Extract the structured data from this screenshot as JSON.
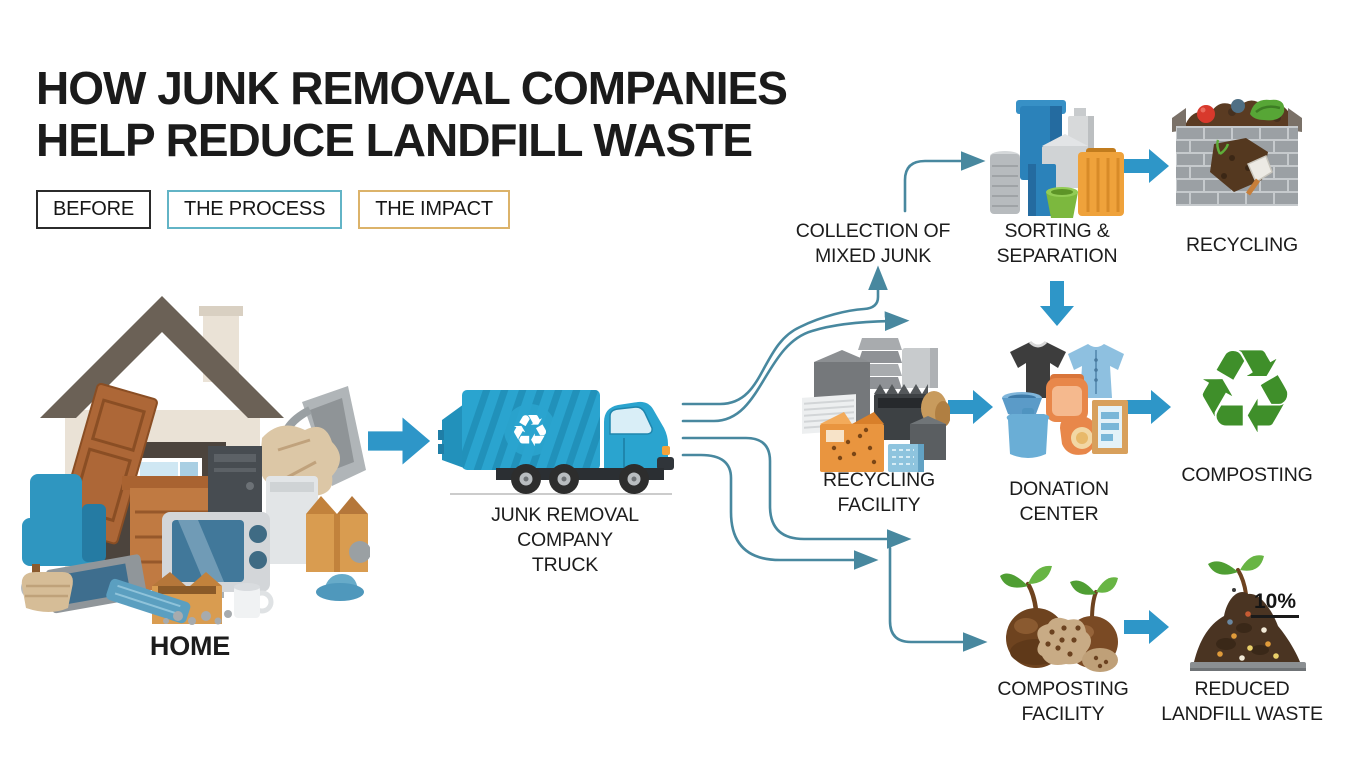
{
  "title": {
    "line1": "HOW JUNK REMOVAL COMPANIES",
    "line2": "HELP REDUCE LANDFILL WASTE"
  },
  "tabs": [
    {
      "label": "BEFORE",
      "border": "#2b2b2b"
    },
    {
      "label": "THE PROCESS",
      "border": "#62b4c6"
    },
    {
      "label": "THE IMPACT",
      "border": "#dcb36a"
    }
  ],
  "nodes": {
    "home": {
      "label": "HOME"
    },
    "truck": {
      "line1": "JUNK REMOVAL",
      "line2": "COMPANY",
      "line3": "TRUCK"
    },
    "collection": {
      "line1": "COLLECTION OF",
      "line2": "MIXED JUNK"
    },
    "sorting": {
      "line1": "SORTING &",
      "line2": "SEPARATION"
    },
    "recycling": {
      "label": "RECYCLING"
    },
    "recycling_facility": {
      "line1": "RECYCLING",
      "line2": "FACILITY"
    },
    "donation": {
      "line1": "DONATION",
      "line2": "CENTER"
    },
    "composting": {
      "label": "COMPOSTING"
    },
    "composting_facility": {
      "line1": "COMPOSTING",
      "line2": "FACILITY"
    },
    "reduced": {
      "line1": "REDUCED",
      "line2": "LANDFILL WASTE"
    },
    "reduction_pct": "10%"
  },
  "icons": {
    "recycle_glyph": "♻",
    "names": [
      "house-icon",
      "junk-pile-icon",
      "junk-truck-icon",
      "sorted-bins-icon",
      "brick-compost-bin-icon",
      "scrap-pile-icon",
      "donated-goods-icon",
      "recycle-symbol-icon",
      "compost-seeds-icon",
      "landfill-mound-icon",
      "flow-arrow-icon"
    ]
  },
  "colors": {
    "background": "#ffffff",
    "title_text": "#1b1b1b",
    "block_arrow_blue": "#2e96c8",
    "connector_teal": "#48889f",
    "tab_before_border": "#2b2b2b",
    "tab_process_border": "#62b4c6",
    "tab_impact_border": "#dcb36a",
    "truck_blue": "#2aa4cf",
    "compost_green": "#3f8f2a"
  }
}
